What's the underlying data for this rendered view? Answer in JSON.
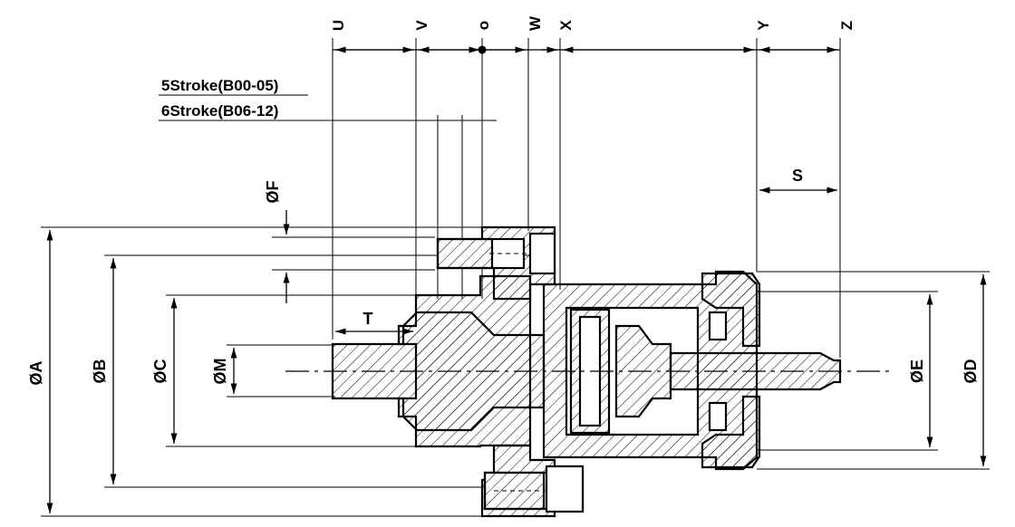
{
  "top_labels": {
    "u": "U",
    "v": "V",
    "o": "o",
    "w": "W",
    "x": "X",
    "y": "Y",
    "z": "Z"
  },
  "stroke_notes": {
    "five": "5Stroke(B00-05)",
    "six": "6Stroke(B06-12)"
  },
  "dims": {
    "s": "S",
    "t": "T",
    "f": "ØF",
    "a": "ØA",
    "b": "ØB",
    "c": "ØC",
    "m": "ØM",
    "e": "ØE",
    "d": "ØD"
  }
}
